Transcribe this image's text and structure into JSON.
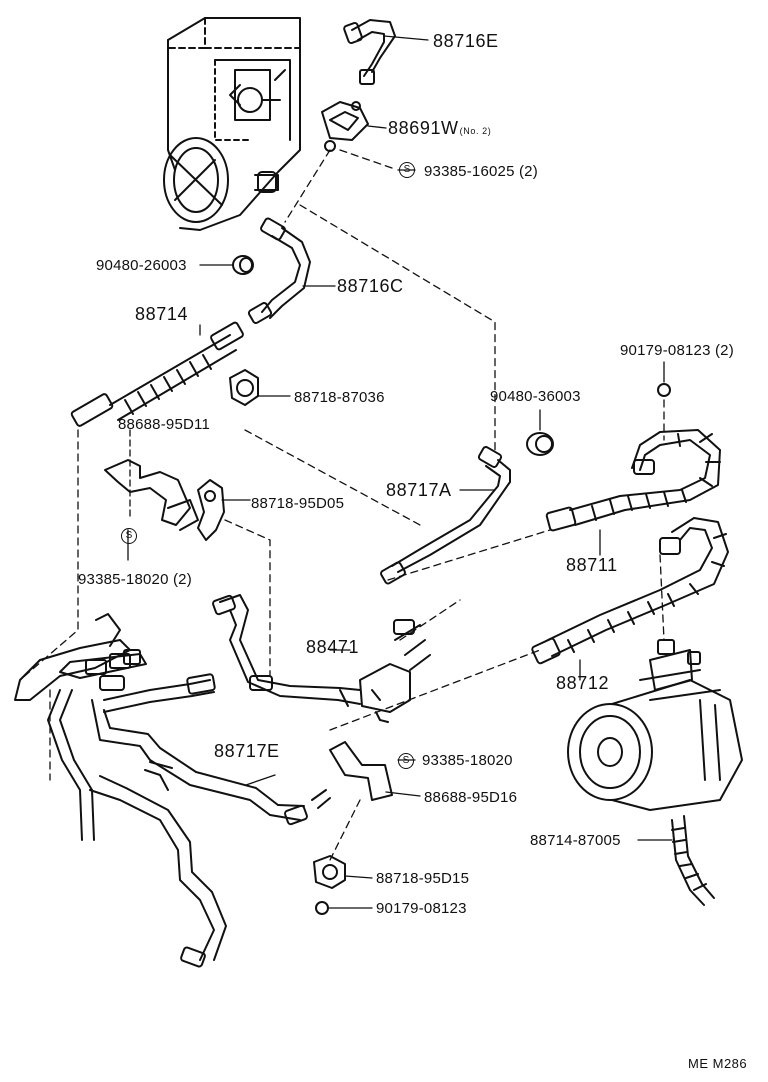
{
  "labels": {
    "p88716E": "88716E",
    "p88691W": "88691W",
    "p88691W_note": "(No. 2)",
    "p93385_16025": "93385-16025 (2)",
    "p90480_26003": "90480-26003",
    "p88716C": "88716C",
    "p88714": "88714",
    "p88718_87036": "88718-87036",
    "p90179_08123_2": "90179-08123 (2)",
    "p90480_36003": "90480-36003",
    "p88688_95D11": "88688-95D11",
    "p88717A": "88717A",
    "p88718_95D05": "88718-95D05",
    "p88711": "88711",
    "p93385_18020_2": "93385-18020 (2)",
    "p88471": "88471",
    "p88712": "88712",
    "p88717E": "88717E",
    "p93385_18020": "93385-18020",
    "p88688_95D16": "88688-95D16",
    "p88714_87005": "88714-87005",
    "p88718_95D15": "88718-95D15",
    "p90179_08123": "90179-08123"
  },
  "s_mark": "S",
  "figure_code": "ME M286"
}
